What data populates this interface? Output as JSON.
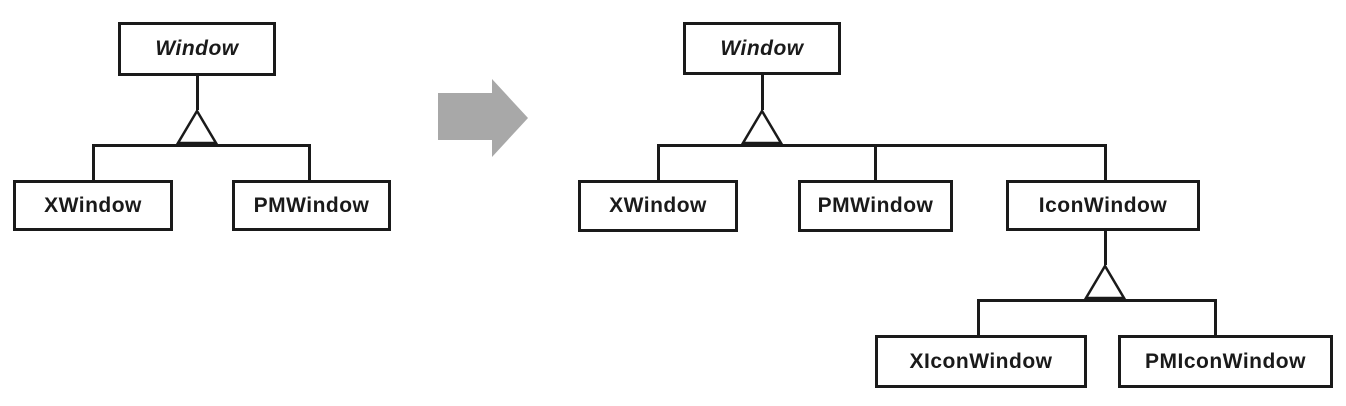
{
  "diagram": {
    "description": "class-hierarchy-before-after",
    "line_color": "#1a1a1a",
    "arrow_color": "#a8a8a8",
    "before_tree": {
      "root": {
        "label": "Window",
        "abstract": true
      },
      "children": [
        {
          "label": "XWindow"
        },
        {
          "label": "PMWindow"
        }
      ]
    },
    "after_tree": {
      "root": {
        "label": "Window",
        "abstract": true
      },
      "children": [
        {
          "label": "XWindow"
        },
        {
          "label": "PMWindow"
        },
        {
          "label": "IconWindow"
        }
      ],
      "icon_window_children": [
        {
          "label": "XIconWindow"
        },
        {
          "label": "PMIconWindow"
        }
      ]
    }
  }
}
